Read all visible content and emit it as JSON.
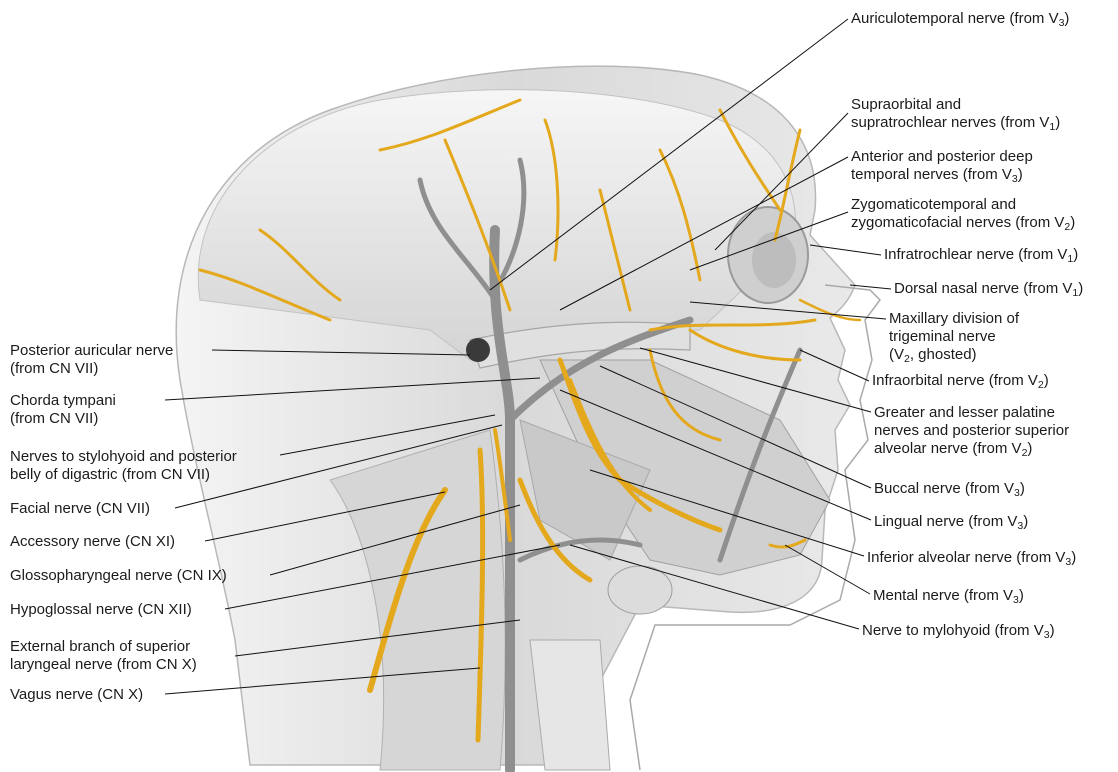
{
  "colors": {
    "nerve": "#e4a81d",
    "nerve_edge": "#c48a0c",
    "vessel": "#8f8f8f",
    "skin": "#e6e6e6",
    "leader": "#111111"
  },
  "right_labels": [
    {
      "id": "auriculotemporal",
      "lines": [
        [
          "Auriculotemporal nerve (from V",
          "3",
          ")"
        ]
      ]
    },
    {
      "id": "supraorbital",
      "lines": [
        [
          "Supraorbital and"
        ],
        [
          "supratrochlear nerves (from V",
          "1",
          ")"
        ]
      ]
    },
    {
      "id": "deep-temporal",
      "lines": [
        [
          "Anterior and posterior deep"
        ],
        [
          "temporal nerves (from V",
          "3",
          ")"
        ]
      ]
    },
    {
      "id": "zygomatic",
      "lines": [
        [
          "Zygomaticotemporal and"
        ],
        [
          "zygomaticofacial nerves (from V",
          "2",
          ")"
        ]
      ]
    },
    {
      "id": "infratrochlear",
      "lines": [
        [
          "Infratrochlear nerve (from V",
          "1",
          ")"
        ]
      ]
    },
    {
      "id": "dorsal-nasal",
      "lines": [
        [
          "Dorsal nasal nerve (from V",
          "1",
          ")"
        ]
      ]
    },
    {
      "id": "maxillary",
      "lines": [
        [
          "Maxillary division of"
        ],
        [
          "trigeminal nerve"
        ],
        [
          "(V",
          "2",
          ", ghosted)"
        ]
      ]
    },
    {
      "id": "infraorbital",
      "lines": [
        [
          "Infraorbital nerve (from V",
          "2",
          ")"
        ]
      ]
    },
    {
      "id": "palatine",
      "lines": [
        [
          "Greater and lesser palatine"
        ],
        [
          "nerves and posterior superior"
        ],
        [
          "alveolar nerve (from V",
          "2",
          ")"
        ]
      ]
    },
    {
      "id": "buccal",
      "lines": [
        [
          "Buccal nerve (from V",
          "3",
          ")"
        ]
      ]
    },
    {
      "id": "lingual",
      "lines": [
        [
          "Lingual nerve (from V",
          "3",
          ")"
        ]
      ]
    },
    {
      "id": "inferior-alveolar",
      "lines": [
        [
          "Inferior alveolar nerve (from V",
          "3",
          ")"
        ]
      ]
    },
    {
      "id": "mental",
      "lines": [
        [
          "Mental nerve (from V",
          "3",
          ")"
        ]
      ]
    },
    {
      "id": "mylohyoid",
      "lines": [
        [
          "Nerve to mylohyoid (from V",
          "3",
          ")"
        ]
      ]
    }
  ],
  "left_labels": [
    {
      "id": "posterior-auricular",
      "lines": [
        [
          "Posterior auricular nerve"
        ],
        [
          "(from CN VII)"
        ]
      ]
    },
    {
      "id": "chorda-tympani",
      "lines": [
        [
          "Chorda tympani"
        ],
        [
          "(from CN VII)"
        ]
      ]
    },
    {
      "id": "stylohyoid",
      "lines": [
        [
          "Nerves to stylohyoid and posterior"
        ],
        [
          "belly of digastric (from CN VII)"
        ]
      ]
    },
    {
      "id": "facial",
      "lines": [
        [
          "Facial nerve (CN VII)"
        ]
      ]
    },
    {
      "id": "accessory",
      "lines": [
        [
          "Accessory nerve (CN XI)"
        ]
      ]
    },
    {
      "id": "glossopharyngeal",
      "lines": [
        [
          "Glossopharyngeal nerve (CN IX)"
        ]
      ]
    },
    {
      "id": "hypoglossal",
      "lines": [
        [
          "Hypoglossal nerve (CN XII)"
        ]
      ]
    },
    {
      "id": "external-laryngeal",
      "lines": [
        [
          "External branch of superior"
        ],
        [
          "laryngeal nerve (from CN X)"
        ]
      ]
    },
    {
      "id": "vagus",
      "lines": [
        [
          "Vagus nerve (CN X)"
        ]
      ]
    }
  ]
}
